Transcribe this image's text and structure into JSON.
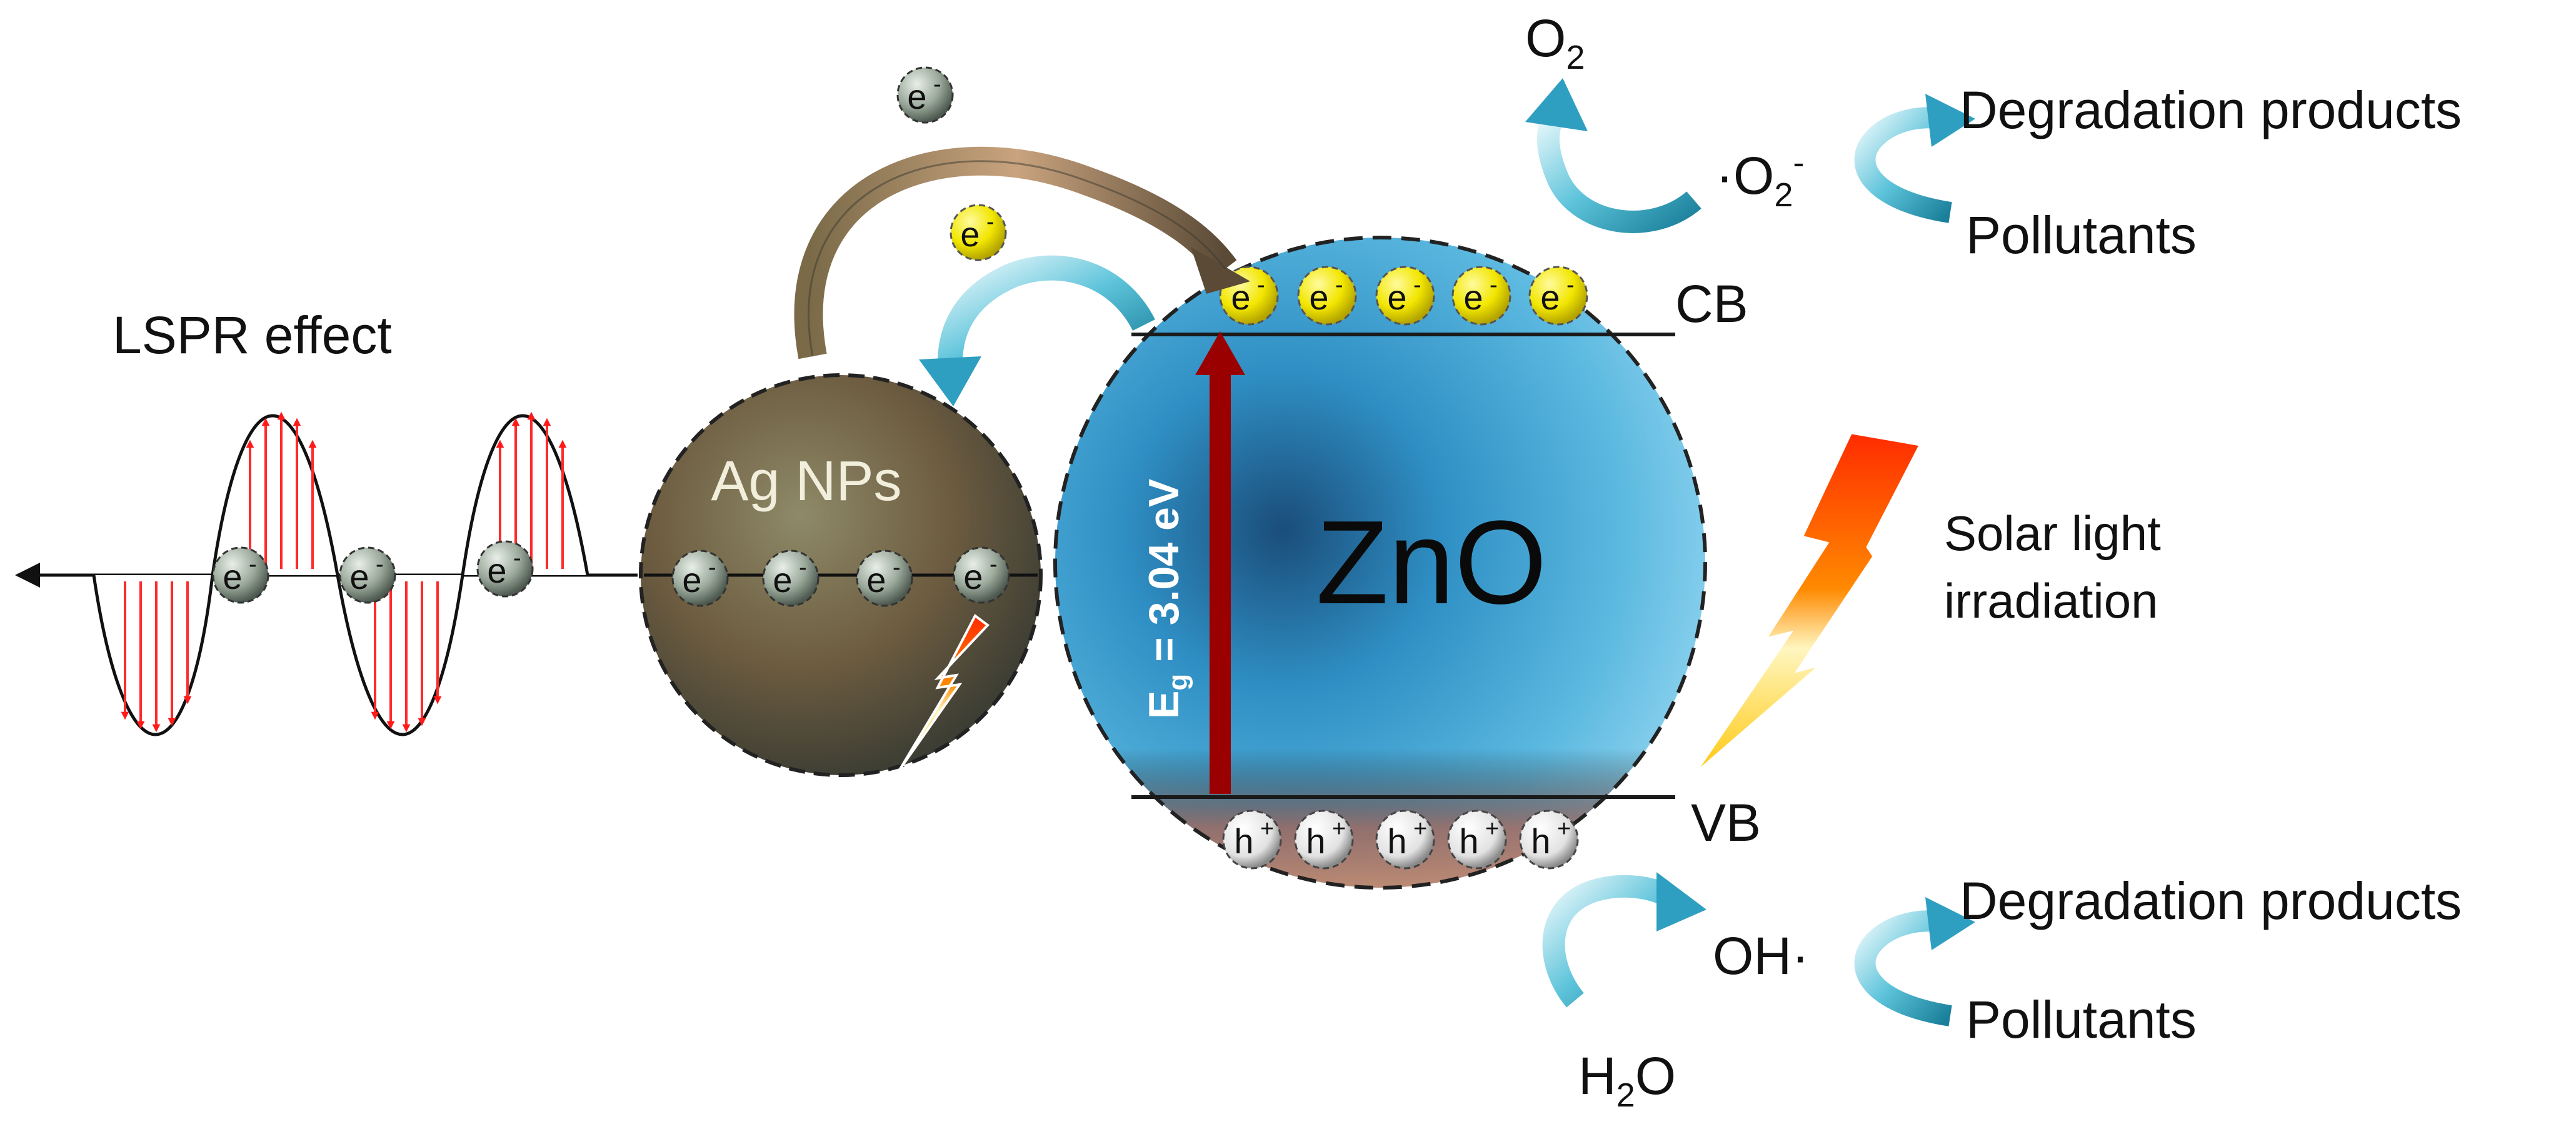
{
  "lspr": {
    "title": "LSPR effect"
  },
  "ag": {
    "label": "Ag NPs"
  },
  "zno": {
    "label": "ZnO",
    "bandgap_main": "E",
    "bandgap_sub": "g",
    "bandgap_rest": " = 3.04 eV",
    "cb": "CB",
    "vb": "VB"
  },
  "charges": {
    "electron_main": "e",
    "electron_sup": "-",
    "hole_main": "h",
    "hole_sup": "+"
  },
  "light": {
    "line1": "Solar light",
    "line2": "irradiation"
  },
  "top_reaction": {
    "o2_main": "O",
    "o2_sub": "2",
    "radical_main": "·O",
    "radical_sub": "2",
    "radical_sup": "-",
    "product": "Degradation products",
    "reactant": "Pollutants"
  },
  "bottom_reaction": {
    "oh": "OH·",
    "h2o_a": "H",
    "h2o_sub": "2",
    "h2o_b": "O",
    "product": "Degradation products",
    "reactant": "Pollutants"
  },
  "colors": {
    "electron_yellow": "#f2e600",
    "electron_grey": "#9aa89a",
    "bandgap_arrow": "#9b0000",
    "wave_arrows": "#ff2a2a",
    "process_arrow": "#2e9fc0"
  }
}
